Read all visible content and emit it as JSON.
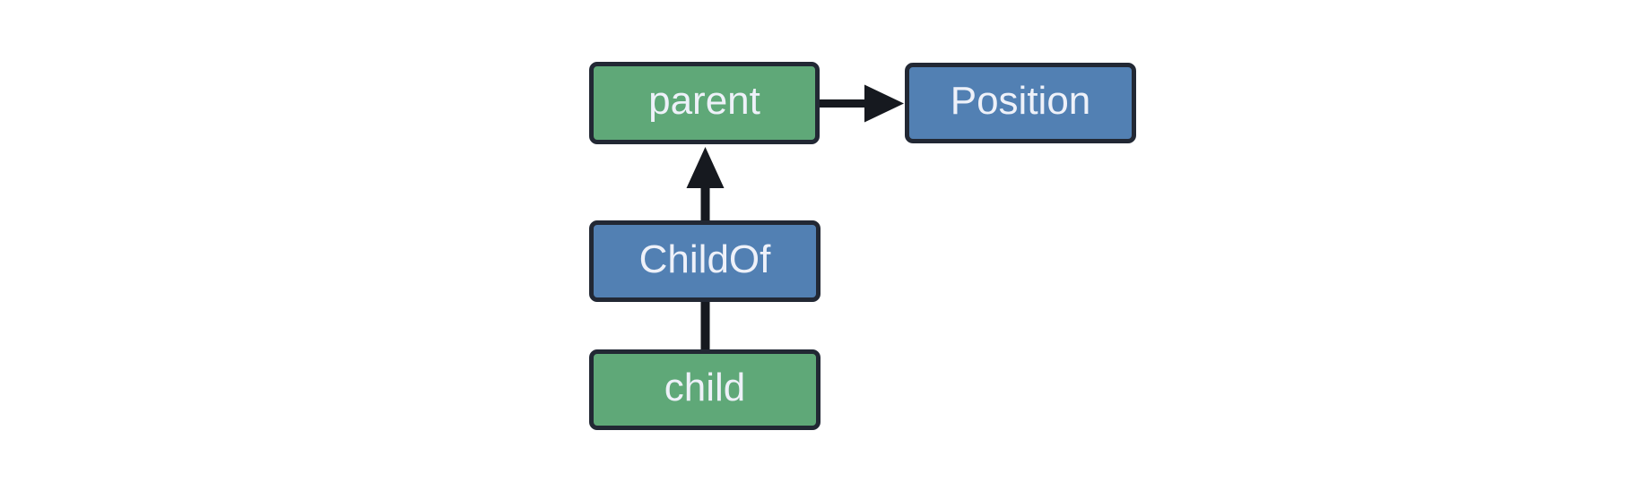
{
  "diagram": {
    "colors": {
      "background": "#ffffff",
      "entity_fill": "#5fa878",
      "component_fill": "#5280b3",
      "node_border": "#222834",
      "connector": "#16191f",
      "label_text": "#eef1f9"
    },
    "nodes": [
      {
        "id": "parent",
        "label": "parent",
        "fill": "green"
      },
      {
        "id": "Position",
        "label": "Position",
        "fill": "blue"
      },
      {
        "id": "ChildOf",
        "label": "ChildOf",
        "fill": "blue"
      },
      {
        "id": "child",
        "label": "child",
        "fill": "green"
      }
    ],
    "edges": [
      {
        "from": "parent",
        "to": "Position",
        "style": "arrow",
        "direction": "right"
      },
      {
        "from": "ChildOf",
        "to": "parent",
        "style": "arrow",
        "direction": "up"
      },
      {
        "from": "child",
        "to": "ChildOf",
        "style": "line",
        "direction": "up"
      }
    ]
  }
}
